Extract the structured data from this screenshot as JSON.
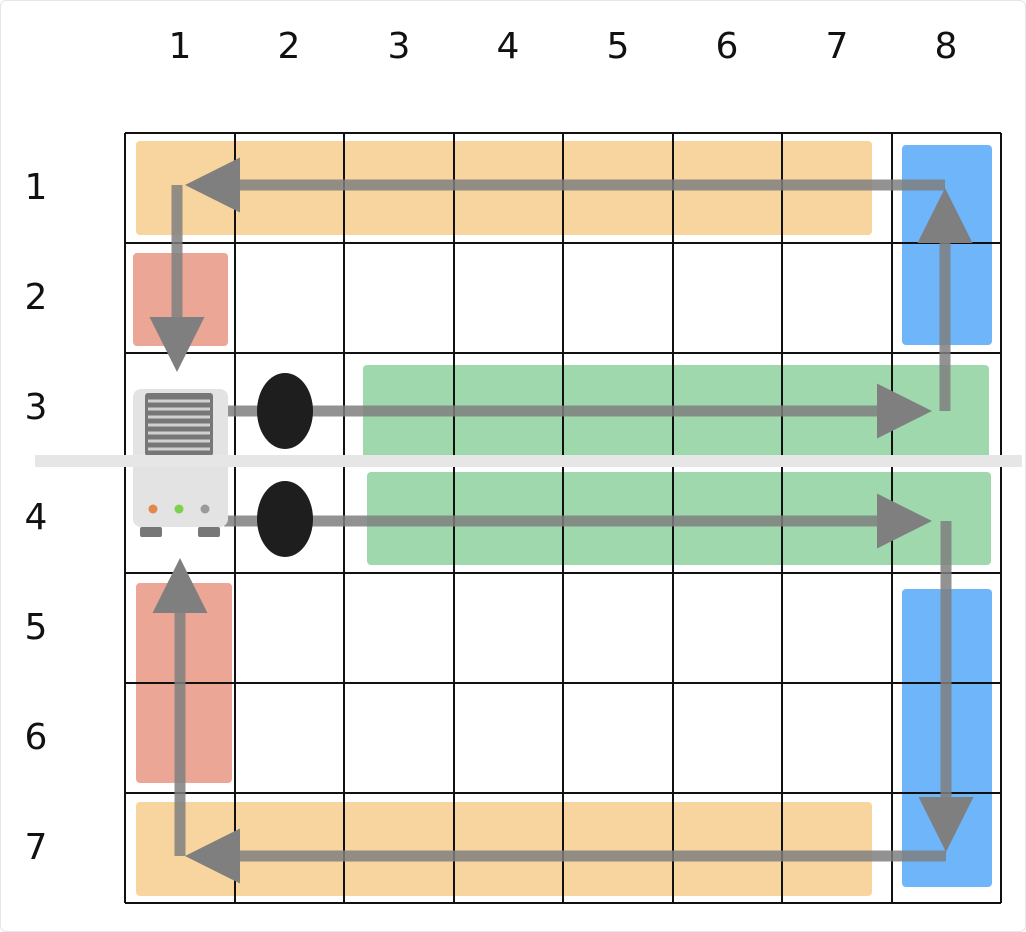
{
  "grid": {
    "columns": [
      "1",
      "2",
      "3",
      "4",
      "5",
      "6",
      "7",
      "8"
    ],
    "rows": [
      "1",
      "2",
      "3",
      "4",
      "5",
      "6",
      "7"
    ]
  },
  "zones": [
    {
      "name": "top-orange-zone",
      "color": "#f6c77e",
      "cells": "row 1, columns 1-7"
    },
    {
      "name": "bottom-orange-zone",
      "color": "#f6c77e",
      "cells": "row 7, columns 1-7"
    },
    {
      "name": "right-blue-zone-top",
      "color": "#4aa3f7",
      "cells": "column 8, rows 1-2"
    },
    {
      "name": "right-blue-zone-bottom",
      "color": "#4aa3f7",
      "cells": "column 8, rows 5-7"
    },
    {
      "name": "green-zone-row-3",
      "color": "#7fcb92",
      "cells": "row 3, columns 3-8"
    },
    {
      "name": "green-zone-row-4",
      "color": "#7fcb92",
      "cells": "row 4, columns 3-8"
    },
    {
      "name": "red-zone-upper",
      "color": "#e6907a",
      "cells": "column 1, row 2"
    },
    {
      "name": "red-zone-lower",
      "color": "#e6907a",
      "cells": "column 1, rows 5-6"
    }
  ],
  "colors": {
    "grid_line": "#111111",
    "arrow": "#7f7f7f",
    "divider": "#e6e6e6",
    "node": "#1e1e1e",
    "ac_body": "#e3e3e3",
    "ac_vent": "#777777",
    "led_orange": "#e0894a",
    "led_green": "#7bd14f",
    "led_gray": "#9a9a9a"
  },
  "icons": [
    "air-conditioner-icon",
    "fan-node-icon"
  ]
}
